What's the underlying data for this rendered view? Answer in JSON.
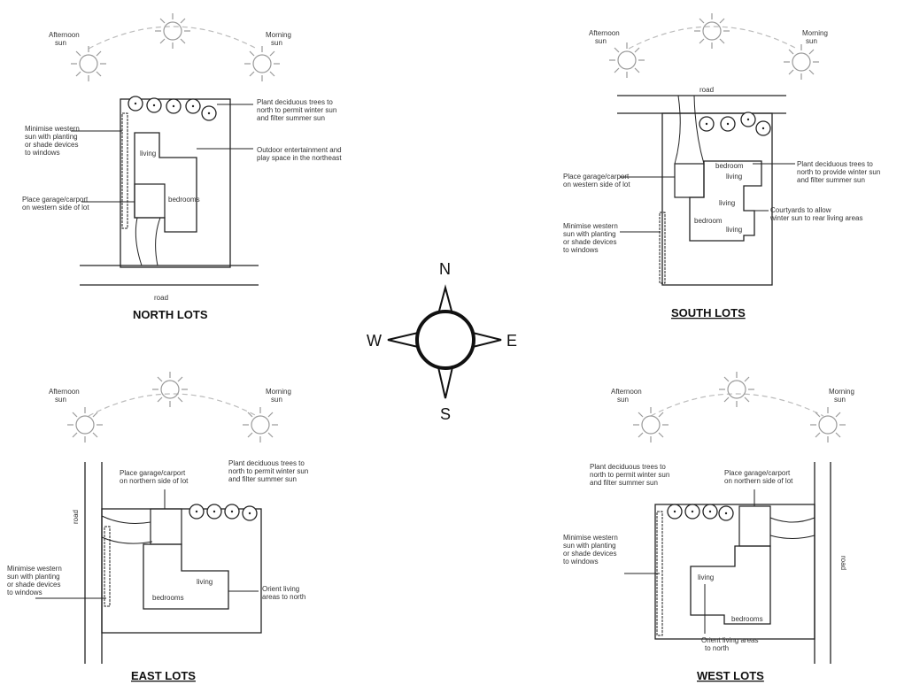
{
  "north": {
    "title": "NORTH LOTS",
    "afternoon": [
      "Afternoon",
      "sun"
    ],
    "morning": [
      "Morning",
      "sun"
    ],
    "road": "road",
    "trees_note": [
      "Plant deciduous trees to",
      "north to permit winter sun",
      "and filter summer sun"
    ],
    "outdoor_note": [
      "Outdoor entertainment and",
      "play space in the northeast"
    ],
    "western_note": [
      "Minimise western",
      "sun with planting",
      "or shade devices",
      "to windows"
    ],
    "garage_note": [
      "Place garage/carport",
      "on western side of lot"
    ],
    "living": "living",
    "bedrooms": "bedrooms"
  },
  "south": {
    "title": "SOUTH LOTS",
    "afternoon": [
      "Afternoon",
      "sun"
    ],
    "morning": [
      "Morning",
      "sun"
    ],
    "road": "road",
    "garage_note": [
      "Place garage/carport",
      "on western side of lot"
    ],
    "trees_note": [
      "Plant deciduous trees to",
      "north to provide winter sun",
      "and filter summer sun"
    ],
    "western_note": [
      "Minimise western",
      "sun with planting",
      "or shade devices",
      "to windows"
    ],
    "courtyard_note": [
      "Courtyards to allow",
      "winter sun to rear living areas"
    ],
    "bedroom_top": "bedroom",
    "living_top": "living",
    "living_mid": "living",
    "bedroom_low": "bedroom",
    "living_low": "living"
  },
  "east": {
    "title": "EAST LOTS",
    "afternoon": [
      "Afternoon",
      "sun"
    ],
    "morning": [
      "Morning",
      "sun"
    ],
    "road": "road",
    "garage_note": [
      "Place garage/carport",
      "on northern side of lot"
    ],
    "trees_note": [
      "Plant deciduous trees to",
      "north to permit winter sun",
      "and filter summer sun"
    ],
    "western_note": [
      "Minimise western",
      "sun with planting",
      "or shade devices",
      "to windows"
    ],
    "orient_note": [
      "Orient living",
      "areas to north"
    ],
    "living": "living",
    "bedrooms": "bedrooms"
  },
  "west": {
    "title": "WEST LOTS",
    "afternoon": [
      "Afternoon",
      "sun"
    ],
    "morning": [
      "Morning",
      "sun"
    ],
    "road": "road",
    "trees_note": [
      "Plant deciduous trees to",
      "north to permit winter sun",
      "and filter summer sun"
    ],
    "garage_note": [
      "Place garage/carport",
      "on northern side of lot"
    ],
    "western_note": [
      "Minimise western",
      "sun with planting",
      "or shade devices",
      "to windows"
    ],
    "orient_note": [
      "Orient living areas",
      "to north"
    ],
    "living": "living",
    "bedrooms": "bedrooms"
  },
  "compass": {
    "n": "N",
    "s": "S",
    "e": "E",
    "w": "W"
  }
}
